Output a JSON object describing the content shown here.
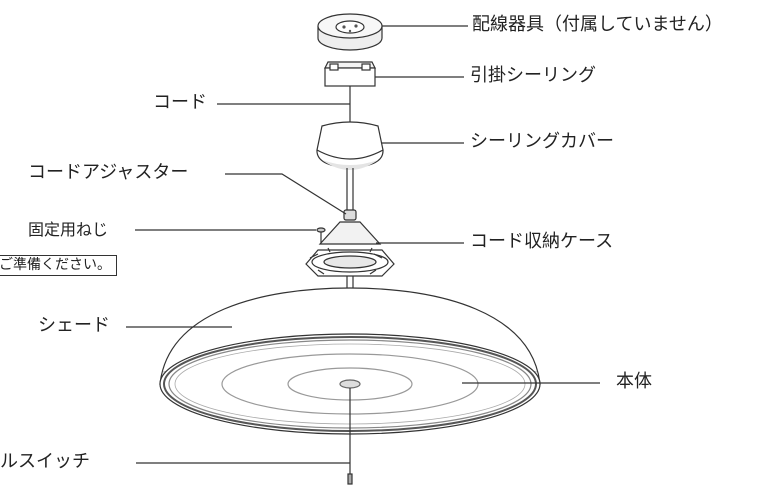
{
  "labels": {
    "wiring_device": "配線器具（付属していません）",
    "hook_ceiling": "引掛シーリング",
    "cord": "コード",
    "ceiling_cover": "シーリングカバー",
    "cord_adjuster": "コードアジャスター",
    "fixing_screw": "固定用ねじ",
    "cord_case": "コード収納ケース",
    "note": "ご準備ください。",
    "shade": "シェード",
    "body": "本体",
    "pull_switch": "ルスイッチ"
  }
}
